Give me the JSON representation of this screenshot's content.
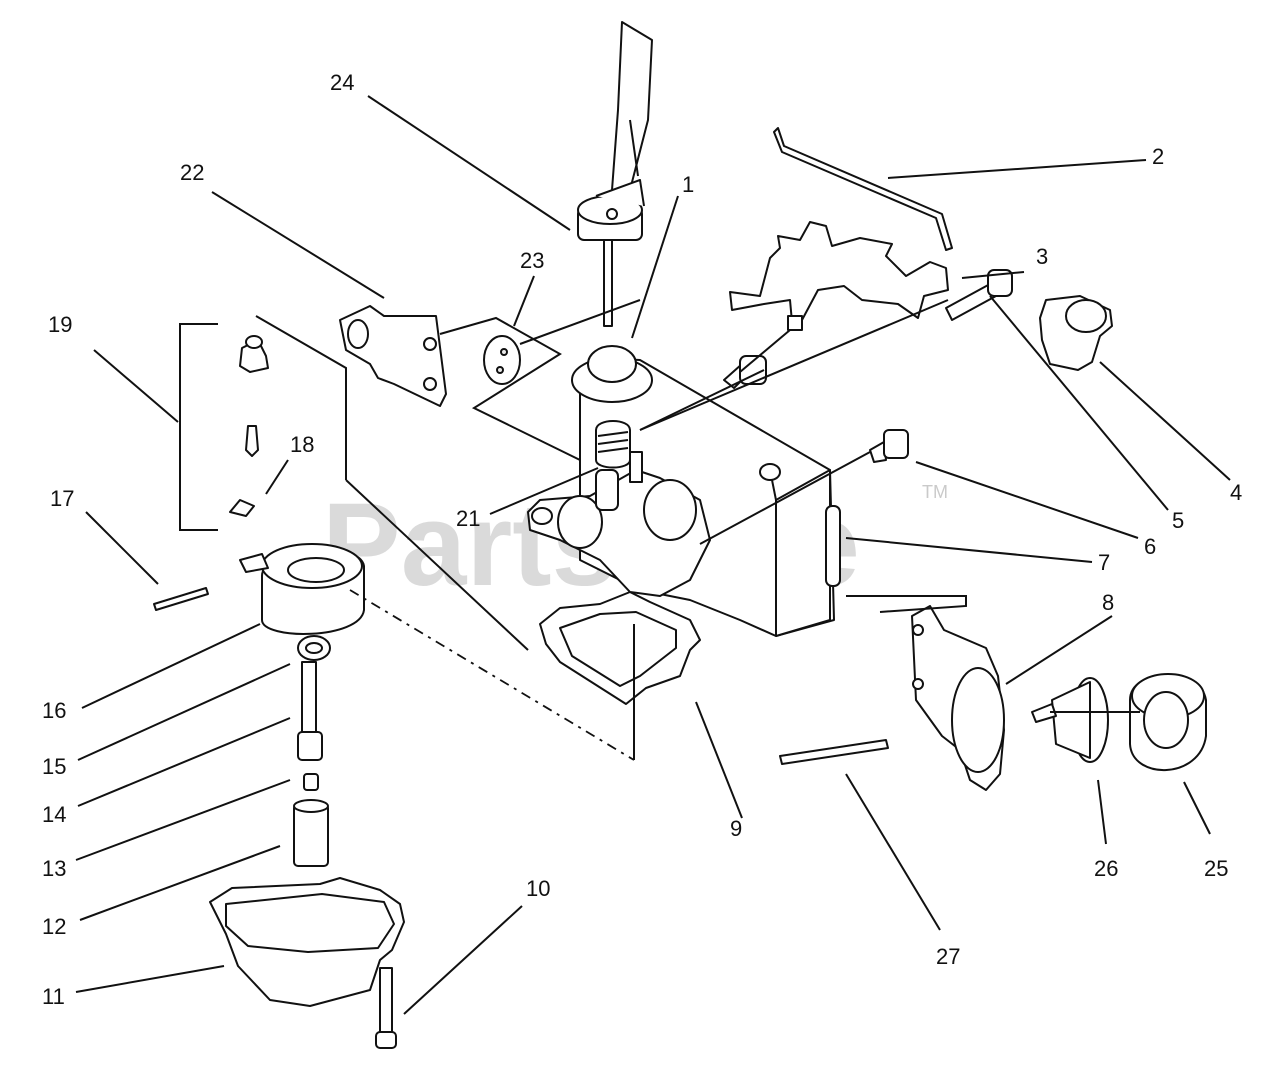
{
  "watermark": {
    "text": "PartsTree",
    "trademark": "TM"
  },
  "callouts": [
    {
      "id": 1,
      "label": "1"
    },
    {
      "id": 2,
      "label": "2"
    },
    {
      "id": 3,
      "label": "3"
    },
    {
      "id": 4,
      "label": "4"
    },
    {
      "id": 5,
      "label": "5"
    },
    {
      "id": 6,
      "label": "6"
    },
    {
      "id": 7,
      "label": "7"
    },
    {
      "id": 8,
      "label": "8"
    },
    {
      "id": 9,
      "label": "9"
    },
    {
      "id": 10,
      "label": "10"
    },
    {
      "id": 11,
      "label": "11"
    },
    {
      "id": 12,
      "label": "12"
    },
    {
      "id": 13,
      "label": "13"
    },
    {
      "id": 14,
      "label": "14"
    },
    {
      "id": 15,
      "label": "15"
    },
    {
      "id": 16,
      "label": "16"
    },
    {
      "id": 17,
      "label": "17"
    },
    {
      "id": 18,
      "label": "18"
    },
    {
      "id": 19,
      "label": "19"
    },
    {
      "id": 21,
      "label": "21"
    },
    {
      "id": 22,
      "label": "22"
    },
    {
      "id": 23,
      "label": "23"
    },
    {
      "id": 24,
      "label": "24"
    },
    {
      "id": 25,
      "label": "25"
    },
    {
      "id": 26,
      "label": "26"
    },
    {
      "id": 27,
      "label": "27"
    }
  ]
}
